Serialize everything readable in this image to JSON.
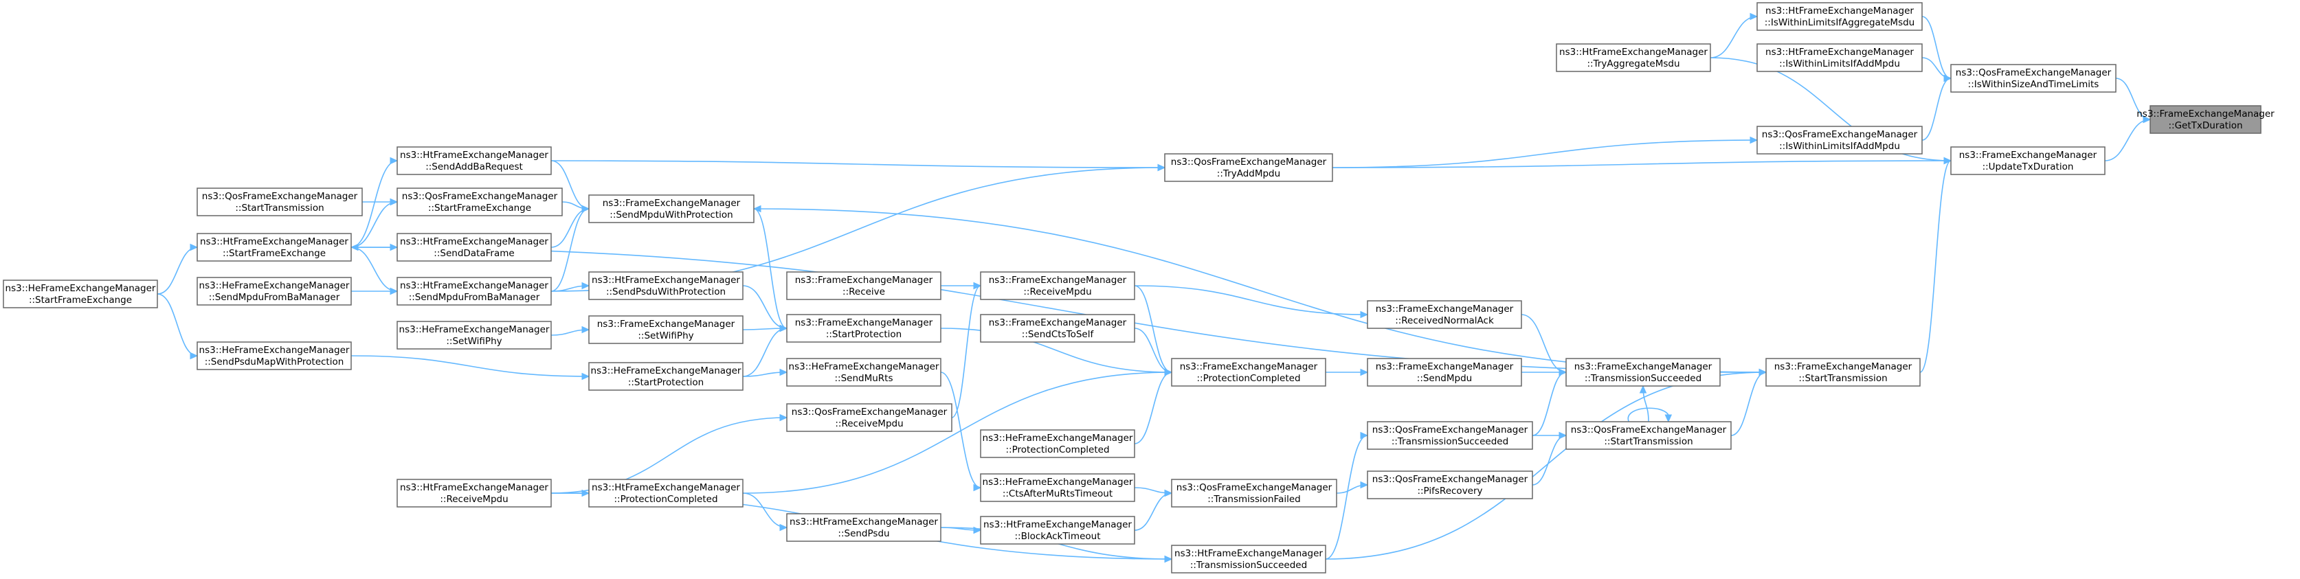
{
  "colors": {
    "edge": "#63b8ff",
    "node_border": "#666666",
    "focus_fill": "#999999"
  },
  "nodes": {
    "gettx": {
      "l1": "ns3::FrameExchangeManager",
      "l2": "::GetTxDuration"
    },
    "sizelim": {
      "l1": "ns3::QosFrameExchangeManager",
      "l2": "::IsWithinSizeAndTimeLimits"
    },
    "updtx": {
      "l1": "ns3::FrameExchangeManager",
      "l2": "::UpdateTxDuration"
    },
    "amsdu": {
      "l1": "ns3::HtFrameExchangeManager",
      "l2": "::IsWithinLimitsIfAggregateMsdu"
    },
    "htaddm": {
      "l1": "ns3::HtFrameExchangeManager",
      "l2": "::IsWithinLimitsIfAddMpdu"
    },
    "qosaddm": {
      "l1": "ns3::QosFrameExchangeManager",
      "l2": "::IsWithinLimitsIfAddMpdu"
    },
    "trymsdu": {
      "l1": "ns3::HtFrameExchangeManager",
      "l2": "::TryAggregateMsdu"
    },
    "tryadd": {
      "l1": "ns3::QosFrameExchangeManager",
      "l2": "::TryAddMpdu"
    },
    "sendadd": {
      "l1": "ns3::HtFrameExchangeManager",
      "l2": "::SendAddBaRequest"
    },
    "qosstfe": {
      "l1": "ns3::QosFrameExchangeManager",
      "l2": "::StartFrameExchange"
    },
    "qosst": {
      "l1": "ns3::QosFrameExchangeManager",
      "l2": "::StartTransmission"
    },
    "htstfe": {
      "l1": "ns3::HtFrameExchangeManager",
      "l2": "::StartFrameExchange"
    },
    "hestfe": {
      "l1": "ns3::HeFrameExchangeManager",
      "l2": "::StartFrameExchange"
    },
    "sendmp": {
      "l1": "ns3::FrameExchangeManager",
      "l2": "::SendMpduWithProtection"
    },
    "senddf": {
      "l1": "ns3::HtFrameExchangeManager",
      "l2": "::SendDataFrame"
    },
    "hesmba": {
      "l1": "ns3::HeFrameExchangeManager",
      "l2": "::SendMpduFromBaManager"
    },
    "htsmba": {
      "l1": "ns3::HtFrameExchangeManager",
      "l2": "::SendMpduFromBaManager"
    },
    "sendpsd": {
      "l1": "ns3::HtFrameExchangeManager",
      "l2": "::SendPsduWithProtection"
    },
    "hesetwp": {
      "l1": "ns3::HeFrameExchangeManager",
      "l2": "::SetWifiPhy"
    },
    "fesetwp": {
      "l1": "ns3::FrameExchangeManager",
      "l2": "::SetWifiPhy"
    },
    "hepsdum": {
      "l1": "ns3::HeFrameExchangeManager",
      "l2": "::SendPsduMapWithProtection"
    },
    "hestp": {
      "l1": "ns3::HeFrameExchangeManager",
      "l2": "::StartProtection"
    },
    "fercv": {
      "l1": "ns3::FrameExchangeManager",
      "l2": "::Receive"
    },
    "festp": {
      "l1": "ns3::FrameExchangeManager",
      "l2": "::StartProtection"
    },
    "hesmu": {
      "l1": "ns3::HeFrameExchangeManager",
      "l2": "::SendMuRts"
    },
    "qosrmp": {
      "l1": "ns3::QosFrameExchangeManager",
      "l2": "::ReceiveMpdu"
    },
    "htrmp": {
      "l1": "ns3::HtFrameExchangeManager",
      "l2": "::ReceiveMpdu"
    },
    "htpc": {
      "l1": "ns3::HtFrameExchangeManager",
      "l2": "::ProtectionCompleted"
    },
    "htspsdu": {
      "l1": "ns3::HtFrameExchangeManager",
      "l2": "::SendPsdu"
    },
    "fermp": {
      "l1": "ns3::FrameExchangeManager",
      "l2": "::ReceiveMpdu"
    },
    "fects": {
      "l1": "ns3::FrameExchangeManager",
      "l2": "::SendCtsToSelf"
    },
    "fepc": {
      "l1": "ns3::FrameExchangeManager",
      "l2": "::ProtectionCompleted"
    },
    "hepc": {
      "l1": "ns3::HeFrameExchangeManager",
      "l2": "::ProtectionCompleted"
    },
    "hecmu": {
      "l1": "ns3::HeFrameExchangeManager",
      "l2": "::CtsAfterMuRtsTimeout"
    },
    "htbat": {
      "l1": "ns3::HtFrameExchangeManager",
      "l2": "::BlockAckTimeout"
    },
    "qostf": {
      "l1": "ns3::QosFrameExchangeManager",
      "l2": "::TransmissionFailed"
    },
    "htts": {
      "l1": "ns3::HtFrameExchangeManager",
      "l2": "::TransmissionSucceeded"
    },
    "fernack": {
      "l1": "ns3::FrameExchangeManager",
      "l2": "::ReceivedNormalAck"
    },
    "fesmp": {
      "l1": "ns3::FrameExchangeManager",
      "l2": "::SendMpdu"
    },
    "qosts": {
      "l1": "ns3::QosFrameExchangeManager",
      "l2": "::TransmissionSucceeded"
    },
    "qospifs": {
      "l1": "ns3::QosFrameExchangeManager",
      "l2": "::PifsRecovery"
    },
    "fets": {
      "l1": "ns3::FrameExchangeManager",
      "l2": "::TransmissionSucceeded"
    },
    "qosstx": {
      "l1": "ns3::QosFrameExchangeManager",
      "l2": "::StartTransmission"
    },
    "fest": {
      "l1": "ns3::FrameExchangeManager",
      "l2": "::StartTransmission"
    }
  }
}
